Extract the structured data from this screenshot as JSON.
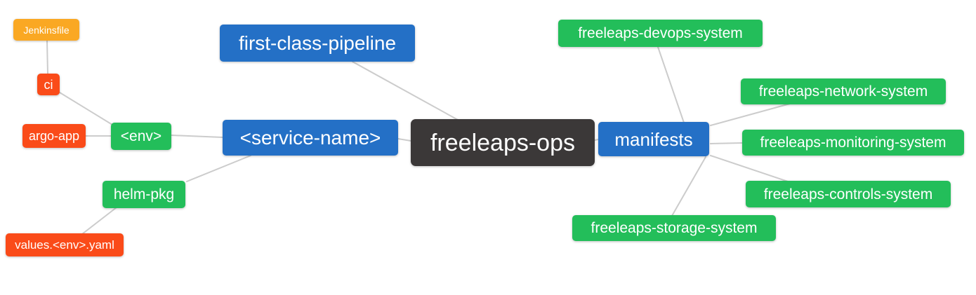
{
  "colors": {
    "background": "#ffffff",
    "edge": "#cccccc",
    "node_text": "#ffffff",
    "root_bg": "#3b3838",
    "level2_bg": "#2470c6",
    "level3_bg": "#23be5a",
    "level4_bg": "#fa4b19",
    "level5_bg": "#faa823"
  },
  "mindmap": {
    "root": {
      "label": "freeleaps-ops",
      "children": [
        {
          "label": "first-class-pipeline",
          "children": []
        },
        {
          "label": "<service-name>",
          "children": [
            {
              "label": "<env>",
              "children": [
                {
                  "label": "ci",
                  "children": [
                    {
                      "label": "Jenkinsfile",
                      "children": []
                    }
                  ]
                },
                {
                  "label": "argo-app",
                  "children": []
                }
              ]
            },
            {
              "label": "helm-pkg",
              "children": [
                {
                  "label": "values.<env>.yaml",
                  "children": []
                }
              ]
            }
          ]
        },
        {
          "label": "manifests",
          "children": [
            {
              "label": "freeleaps-devops-system",
              "children": []
            },
            {
              "label": "freeleaps-network-system",
              "children": []
            },
            {
              "label": "freeleaps-monitoring-system",
              "children": []
            },
            {
              "label": "freeleaps-controls-system",
              "children": []
            },
            {
              "label": "freeleaps-storage-system",
              "children": []
            }
          ]
        }
      ]
    }
  }
}
